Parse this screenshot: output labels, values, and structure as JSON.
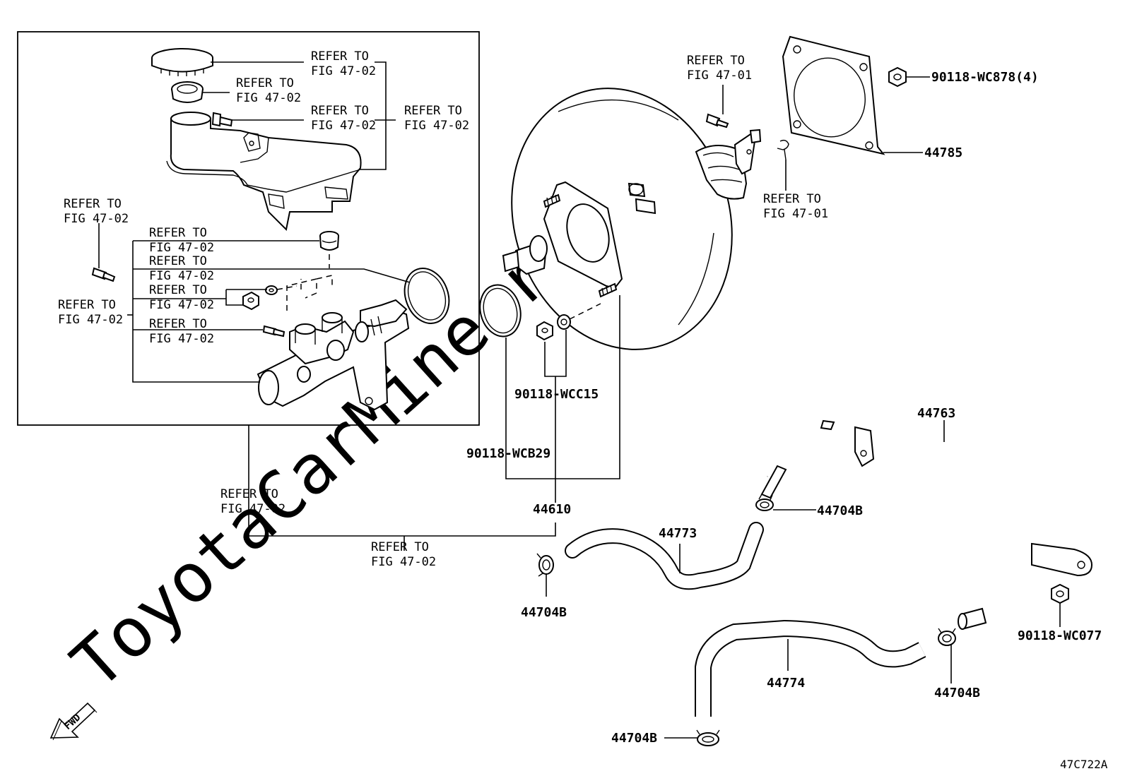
{
  "watermark": "ToyotaCarMine.ru",
  "figure_code": "47C722A",
  "fwd_label": "FWD",
  "refer_labels": [
    {
      "line1": "REFER TO",
      "line2": "FIG 47-02"
    },
    {
      "line1": "REFER TO",
      "line2": "FIG 47-02"
    },
    {
      "line1": "REFER TO",
      "line2": "FIG 47-02"
    },
    {
      "line1": "REFER TO",
      "line2": "FIG 47-02"
    },
    {
      "line1": "REFER TO",
      "line2": "FIG 47-02"
    },
    {
      "line1": "REFER TO",
      "line2": "FIG 47-02"
    },
    {
      "line1": "REFER TO",
      "line2": "FIG 47-02"
    },
    {
      "line1": "REFER TO",
      "line2": "FIG 47-02"
    },
    {
      "line1": "REFER TO",
      "line2": "FIG 47-02"
    },
    {
      "line1": "REFER TO",
      "line2": "FIG 47-02"
    },
    {
      "line1": "REFER TO",
      "line2": "FIG 47-02"
    },
    {
      "line1": "REFER TO",
      "line2": "FIG 47-02"
    },
    {
      "line1": "REFER TO",
      "line2": "FIG 47-01"
    },
    {
      "line1": "REFER TO",
      "line2": "FIG 47-01"
    }
  ],
  "part_numbers": [
    "90118-WC878(4)",
    "44785",
    "90118-WCC15",
    "90118-WCB29",
    "44610",
    "44763",
    "44704B",
    "44773",
    "44704B",
    "90118-WC077",
    "44774",
    "44704B",
    "44704B"
  ]
}
